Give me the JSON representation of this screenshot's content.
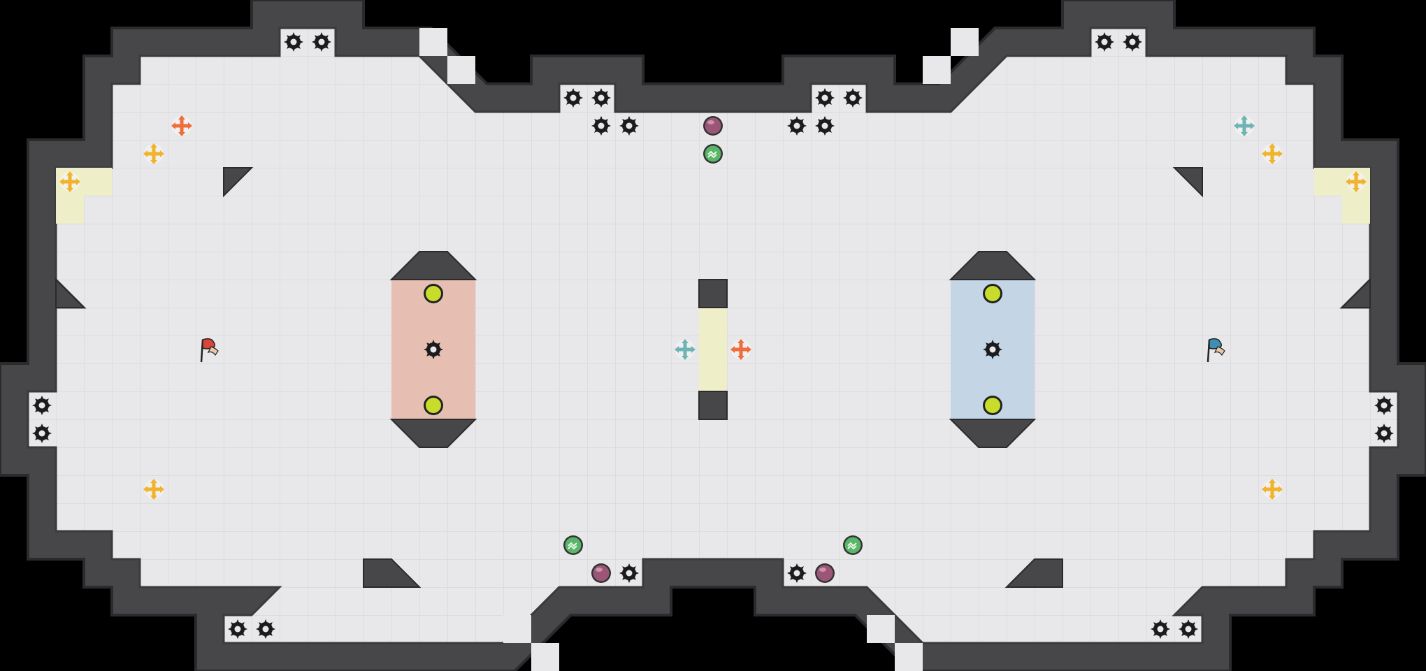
{
  "map": {
    "name": "",
    "colors": {
      "background": "#000000",
      "wall": "#47474a",
      "wall_edge": "#2b2b2e",
      "floor": "#e8e8ea",
      "grid": "#d6d6d9",
      "red_base": "#e7bfb2",
      "blue_base": "#c4d5e6",
      "neutral_zone": "#eeeec8",
      "spike": "#1b1b1d",
      "bomb_fill": "#c8dc2c",
      "powerup_fill": "#9b5577",
      "speed_fill": "#58b56a",
      "boost_yellow": "#f1b32b",
      "boost_red": "#ef6c3b",
      "boost_blue": "#6fb3b3",
      "flag_red": "#d8453a",
      "flag_blue": "#3f8fb5"
    },
    "entities": [
      {
        "kind": "spike",
        "name": "spike"
      },
      {
        "kind": "bomb",
        "name": "bomb"
      },
      {
        "kind": "powerup",
        "name": "powerup"
      },
      {
        "kind": "speed-pad",
        "name": "speed-pad"
      },
      {
        "kind": "boost",
        "name": "boost"
      },
      {
        "kind": "flag-red",
        "name": "red-flag"
      },
      {
        "kind": "flag-blue",
        "name": "blue-flag"
      }
    ]
  }
}
